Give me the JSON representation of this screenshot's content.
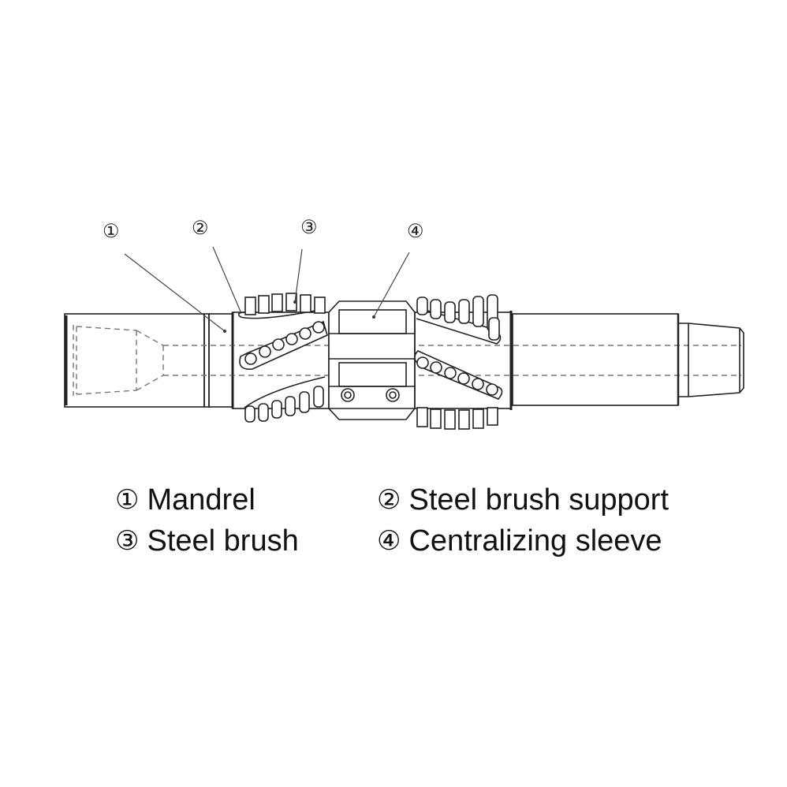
{
  "callouts": [
    {
      "id": "1",
      "glyph": "①"
    },
    {
      "id": "2",
      "glyph": "②"
    },
    {
      "id": "3",
      "glyph": "③"
    },
    {
      "id": "4",
      "glyph": "④"
    }
  ],
  "legend": [
    {
      "glyph": "①",
      "label": "Mandrel"
    },
    {
      "glyph": "②",
      "label": "Steel brush support"
    },
    {
      "glyph": "③",
      "label": "Steel brush"
    },
    {
      "glyph": "④",
      "label": "Centralizing sleeve"
    }
  ],
  "colors": {
    "line": "#222222",
    "dash": "#777777",
    "background": "#ffffff"
  }
}
